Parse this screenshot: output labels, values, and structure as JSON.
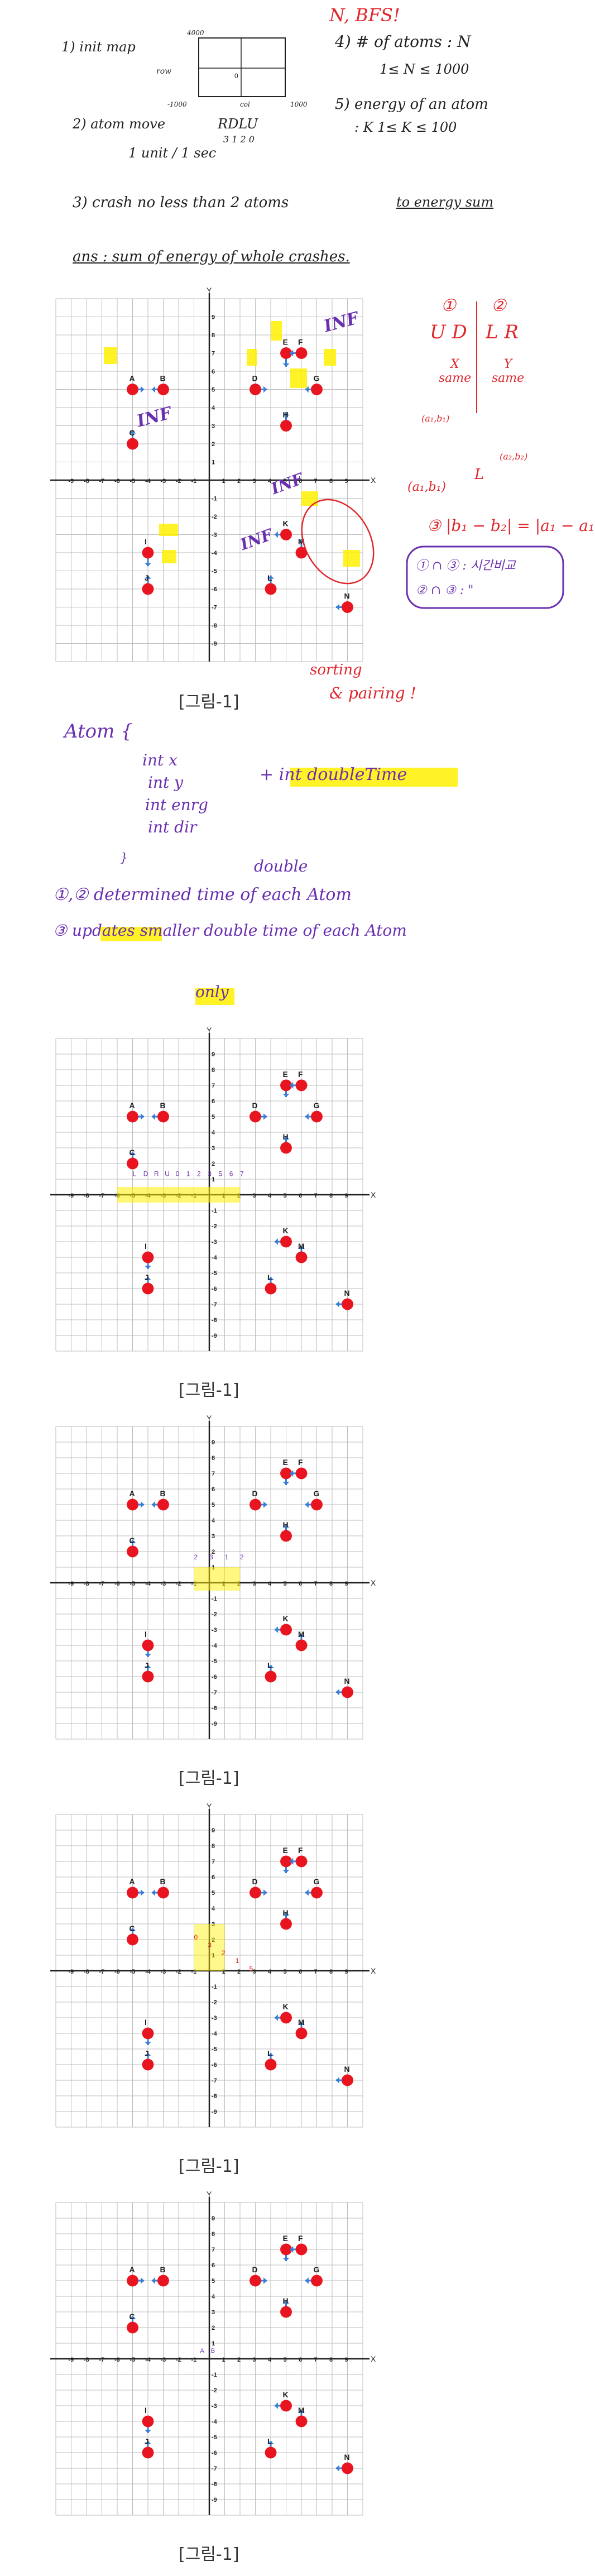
{
  "notes": {
    "nbfs": "N, BFS!",
    "n1": "1) init map",
    "n1_size": "4000",
    "n1_row": "row",
    "n1_corner": "-1000",
    "n1_col": "col",
    "n1_corner2": "1000",
    "n4": "4) # of atoms : N",
    "n4b": "1≤ N ≤ 1000",
    "n2": "2) atom move",
    "n2b": "RDLU",
    "n2c": "3 1 2 0",
    "n2d": "1 unit / 1 sec",
    "n5": "5) energy of an atom",
    "n5b": ": K    1≤ K ≤ 100",
    "n3": "3) crash   no less than 2 atoms",
    "n3b": "to energy sum",
    "ans": "ans :  sum of energy of whole crashes.",
    "atom_title": "Atom {",
    "atom_x": "int x",
    "atom_y": "int y",
    "atom_e": "int enrg",
    "atom_d": "int dir",
    "atom_dt": "+ int doubleTime",
    "atom_close": "}",
    "double": "double",
    "determined": "①,② determined time of each Atom",
    "updates": "③ updates smaller double time of each Atom",
    "only": "only"
  },
  "side_notes": {
    "c1": "①",
    "c2": "②",
    "ud": "U D",
    "lr": "L R",
    "x_same": "X same",
    "y_same": "Y same",
    "a1b1": "(a₁,b₁)",
    "a2b2": "(a₂,b₂)",
    "L": "L",
    "eq3": "③ |b₁ − b₂| = |a₁ − a₁|",
    "case1": "① ∩ ③ : 시간비교",
    "case2": "② ∩ ③ : \"",
    "sorting": "sorting",
    "pairing": "& pairing !",
    "inf": "INF"
  },
  "captions": [
    "[그림-1]",
    "[그림-1]",
    "[그림-1]",
    "[그림-1]",
    "[그림-1]"
  ],
  "grid_labels": {
    "x_axis": "X",
    "y_axis": "Y",
    "ticks": [
      "-9",
      "-8",
      "-7",
      "-6",
      "-5",
      "-4",
      "-3",
      "-2",
      "-1",
      "1",
      "2",
      "3",
      "4",
      "5",
      "6",
      "7",
      "8",
      "9"
    ]
  },
  "atoms": [
    {
      "name": "A",
      "x": -5,
      "y": 5,
      "dir": "R"
    },
    {
      "name": "B",
      "x": -3,
      "y": 5,
      "dir": "L"
    },
    {
      "name": "C",
      "x": -5,
      "y": 2,
      "dir": "U"
    },
    {
      "name": "D",
      "x": 3,
      "y": 5,
      "dir": "R"
    },
    {
      "name": "E",
      "x": 5,
      "y": 7,
      "dir": "D"
    },
    {
      "name": "F",
      "x": 6,
      "y": 7,
      "dir": "L"
    },
    {
      "name": "G",
      "x": 7,
      "y": 5,
      "dir": "L"
    },
    {
      "name": "H",
      "x": 5,
      "y": 3,
      "dir": "U"
    },
    {
      "name": "I",
      "x": -4,
      "y": -4,
      "dir": "D"
    },
    {
      "name": "J",
      "x": -4,
      "y": -6,
      "dir": "U"
    },
    {
      "name": "K",
      "x": 5,
      "y": -3,
      "dir": "L"
    },
    {
      "name": "L",
      "x": 4,
      "y": -6,
      "dir": "U"
    },
    {
      "name": "M",
      "x": 6,
      "y": -4,
      "dir": "U"
    },
    {
      "name": "N",
      "x": 9,
      "y": -7,
      "dir": "L"
    }
  ],
  "annotations": {
    "g2": [
      "L",
      "D",
      "R",
      "U",
      "0",
      "1",
      "2",
      "3",
      "5",
      "6",
      "7"
    ],
    "g3": [
      "2",
      "3",
      "1",
      "2"
    ],
    "g4": [
      "0",
      "3",
      "2",
      "1",
      "5"
    ],
    "g5": [
      "A",
      "B"
    ]
  },
  "colors": {
    "atom": "#e8141f",
    "arrow": "#3a7fd5",
    "grid": "#bdbdbd",
    "ink_red": "#e0272d",
    "ink_purple": "#6a2fb0",
    "highlight": "#fff000"
  }
}
